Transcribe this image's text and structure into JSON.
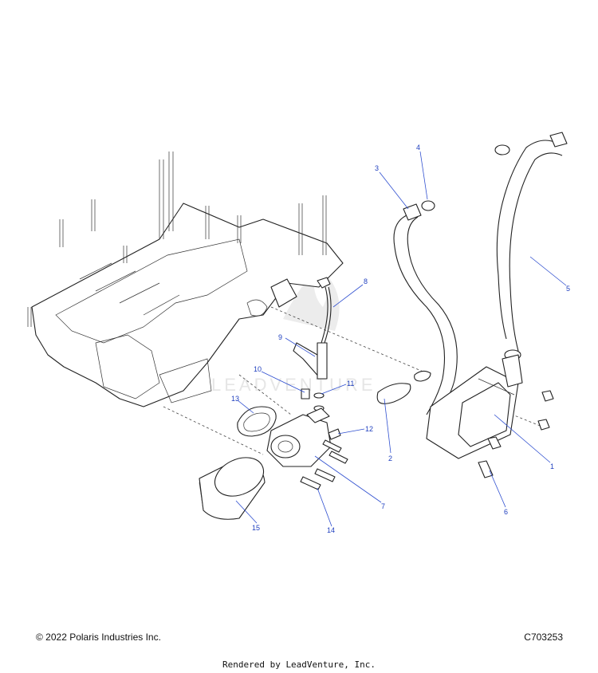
{
  "watermark": {
    "text": "LEADVENTURE"
  },
  "callouts": [
    {
      "num": "1"
    },
    {
      "num": "2"
    },
    {
      "num": "3"
    },
    {
      "num": "4"
    },
    {
      "num": "5"
    },
    {
      "num": "6"
    },
    {
      "num": "7"
    },
    {
      "num": "8"
    },
    {
      "num": "9"
    },
    {
      "num": "10"
    },
    {
      "num": "11"
    },
    {
      "num": "12"
    },
    {
      "num": "13"
    },
    {
      "num": "14"
    },
    {
      "num": "15"
    }
  ],
  "footer": {
    "copyright": "© 2022 Polaris Industries Inc.",
    "drawing_id": "C703253",
    "rendered_by": "Rendered by LeadVenture, Inc."
  }
}
